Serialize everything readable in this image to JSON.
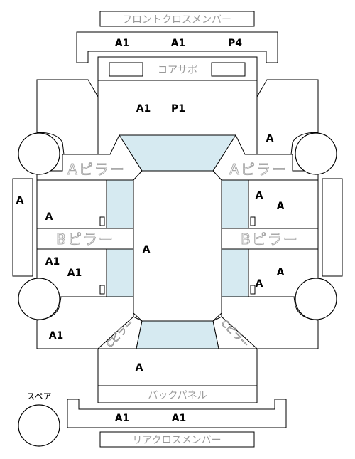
{
  "labels": {
    "front_cross_member": "フロントクロスメンバー",
    "core_support": "コアサポ",
    "a_pillar": "Aピラー",
    "b_pillar": "Bピラー",
    "c_pillar": "Cピラー",
    "back_panel": "バックパネル",
    "spare": "スペア",
    "rear_cross_member": "リアクロスメンバー"
  },
  "grades": {
    "front_cross_left": "A1",
    "front_cross_center": "A1",
    "front_cross_right": "P4",
    "hood_left": "A1",
    "hood_right": "P1",
    "front_right_fender": "A",
    "left_sill": "A",
    "front_left_door": "A",
    "front_right_door_top": "A",
    "front_right_door_bottom": "A",
    "rear_left_door_top": "A1",
    "rear_left_door_bottom": "A1",
    "roof": "A",
    "rear_right_door_top": "A",
    "rear_right_door_bottom": "A",
    "rear_left_quarter": "A1",
    "trunk": "A",
    "rear_cross_left": "A1",
    "rear_cross_right": "A1"
  }
}
